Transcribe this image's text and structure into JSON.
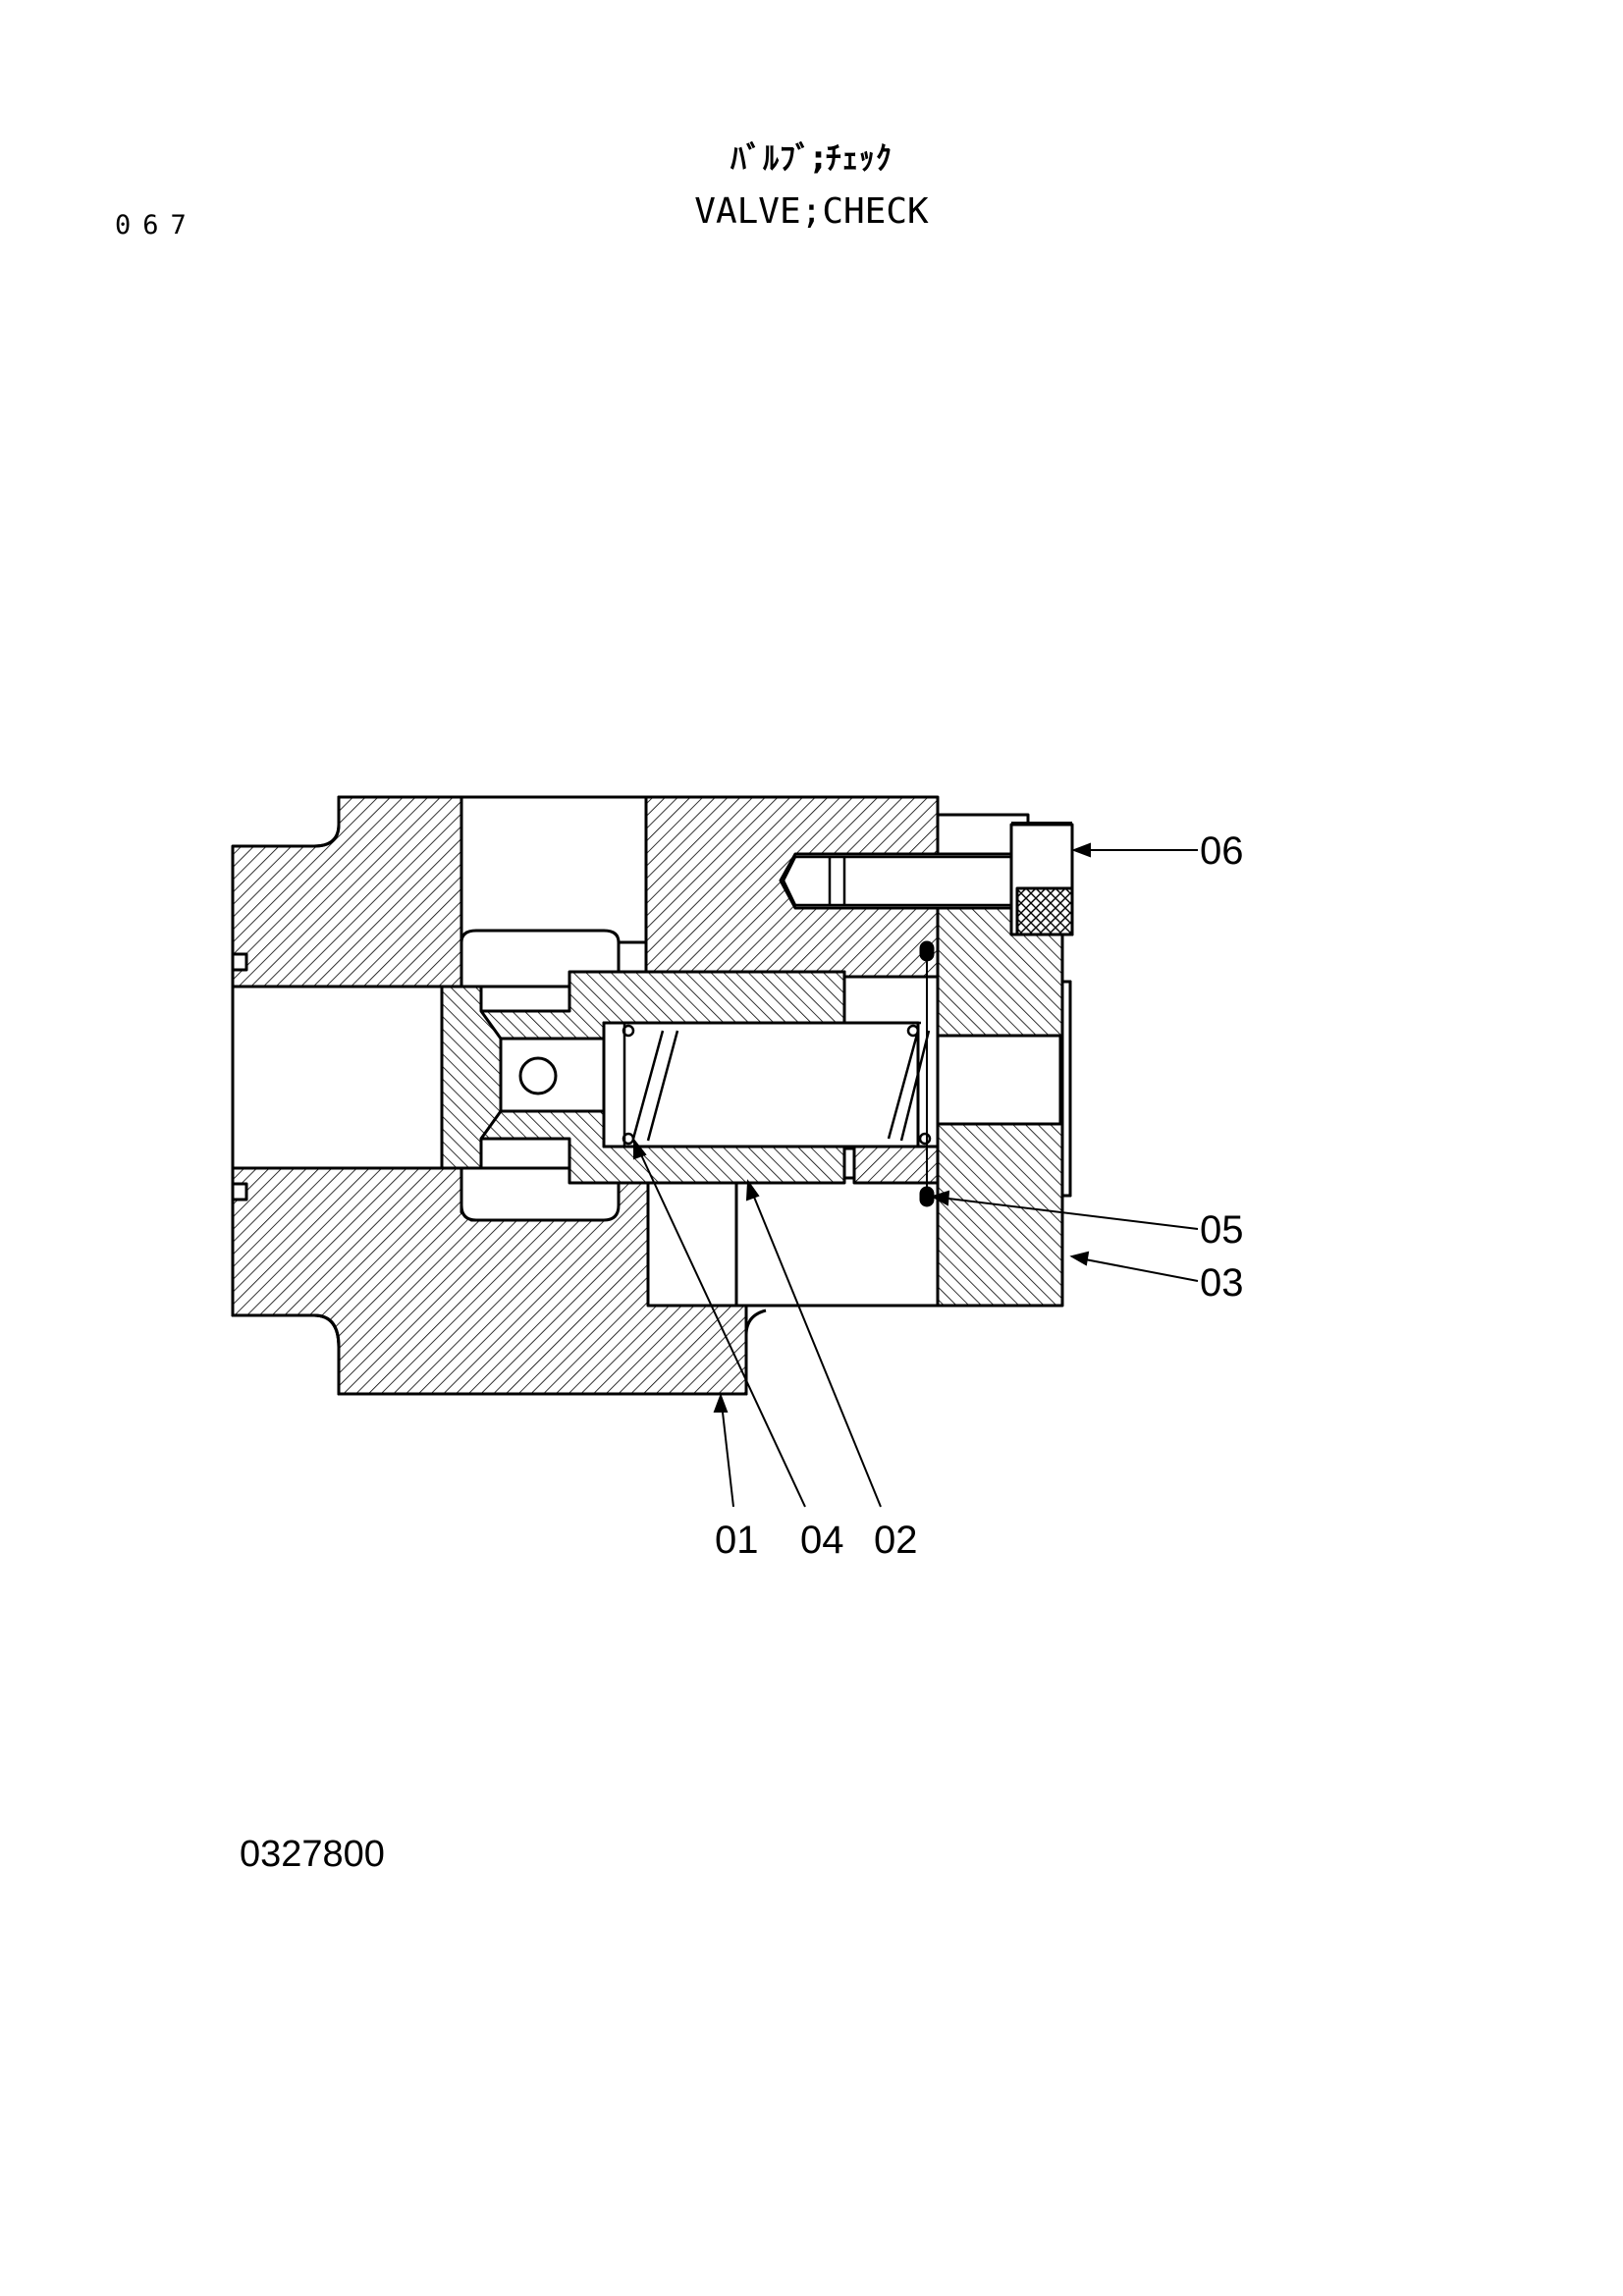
{
  "page_number": "067",
  "title": {
    "japanese": "ﾊﾞﾙﾌﾞ;ﾁｪｯｸ",
    "english": "VALVE;CHECK"
  },
  "callouts": {
    "c01": "01",
    "c02": "02",
    "c03": "03",
    "c04": "04",
    "c05": "05",
    "c06": "06"
  },
  "part_code": "0327800",
  "colors": {
    "ink": "#000000",
    "paper": "#ffffff"
  }
}
